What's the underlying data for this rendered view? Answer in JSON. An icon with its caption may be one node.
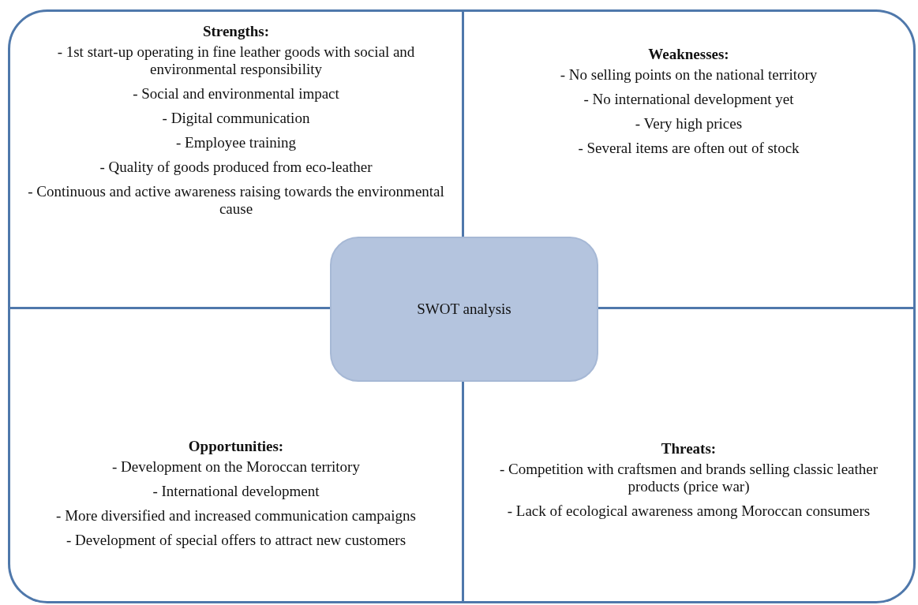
{
  "diagram": {
    "nodes": [
      {
        "text": [
          "Strengths:",
          "- 1st start-up operating in fine leather goods with social and environmental responsibility",
          "- Social and environmental impact",
          "- Digital communication",
          "- Employee training",
          "- Quality of goods produced from eco-leather",
          "- Continuous and active awareness raising towards the environmental cause"
        ]
      },
      {
        "text": [
          "Weaknesses:",
          "- No selling points on the national territory",
          "- No international development yet",
          "- Very high prices",
          "- Several items are often out of stock"
        ]
      },
      {
        "text": [
          "SWOT analysis"
        ]
      },
      {
        "text": [
          "Opportunities:",
          "- Development on the Moroccan territory",
          "- International development",
          "- More diversified and increased communication campaigns",
          "- Development of special offers to attract new customers"
        ]
      },
      {
        "text": [
          "Threats:",
          "- Competition with craftsmen and brands selling classic leather products (price war)",
          "- Lack of ecological awareness among Moroccan consumers"
        ]
      }
    ],
    "edges": []
  }
}
